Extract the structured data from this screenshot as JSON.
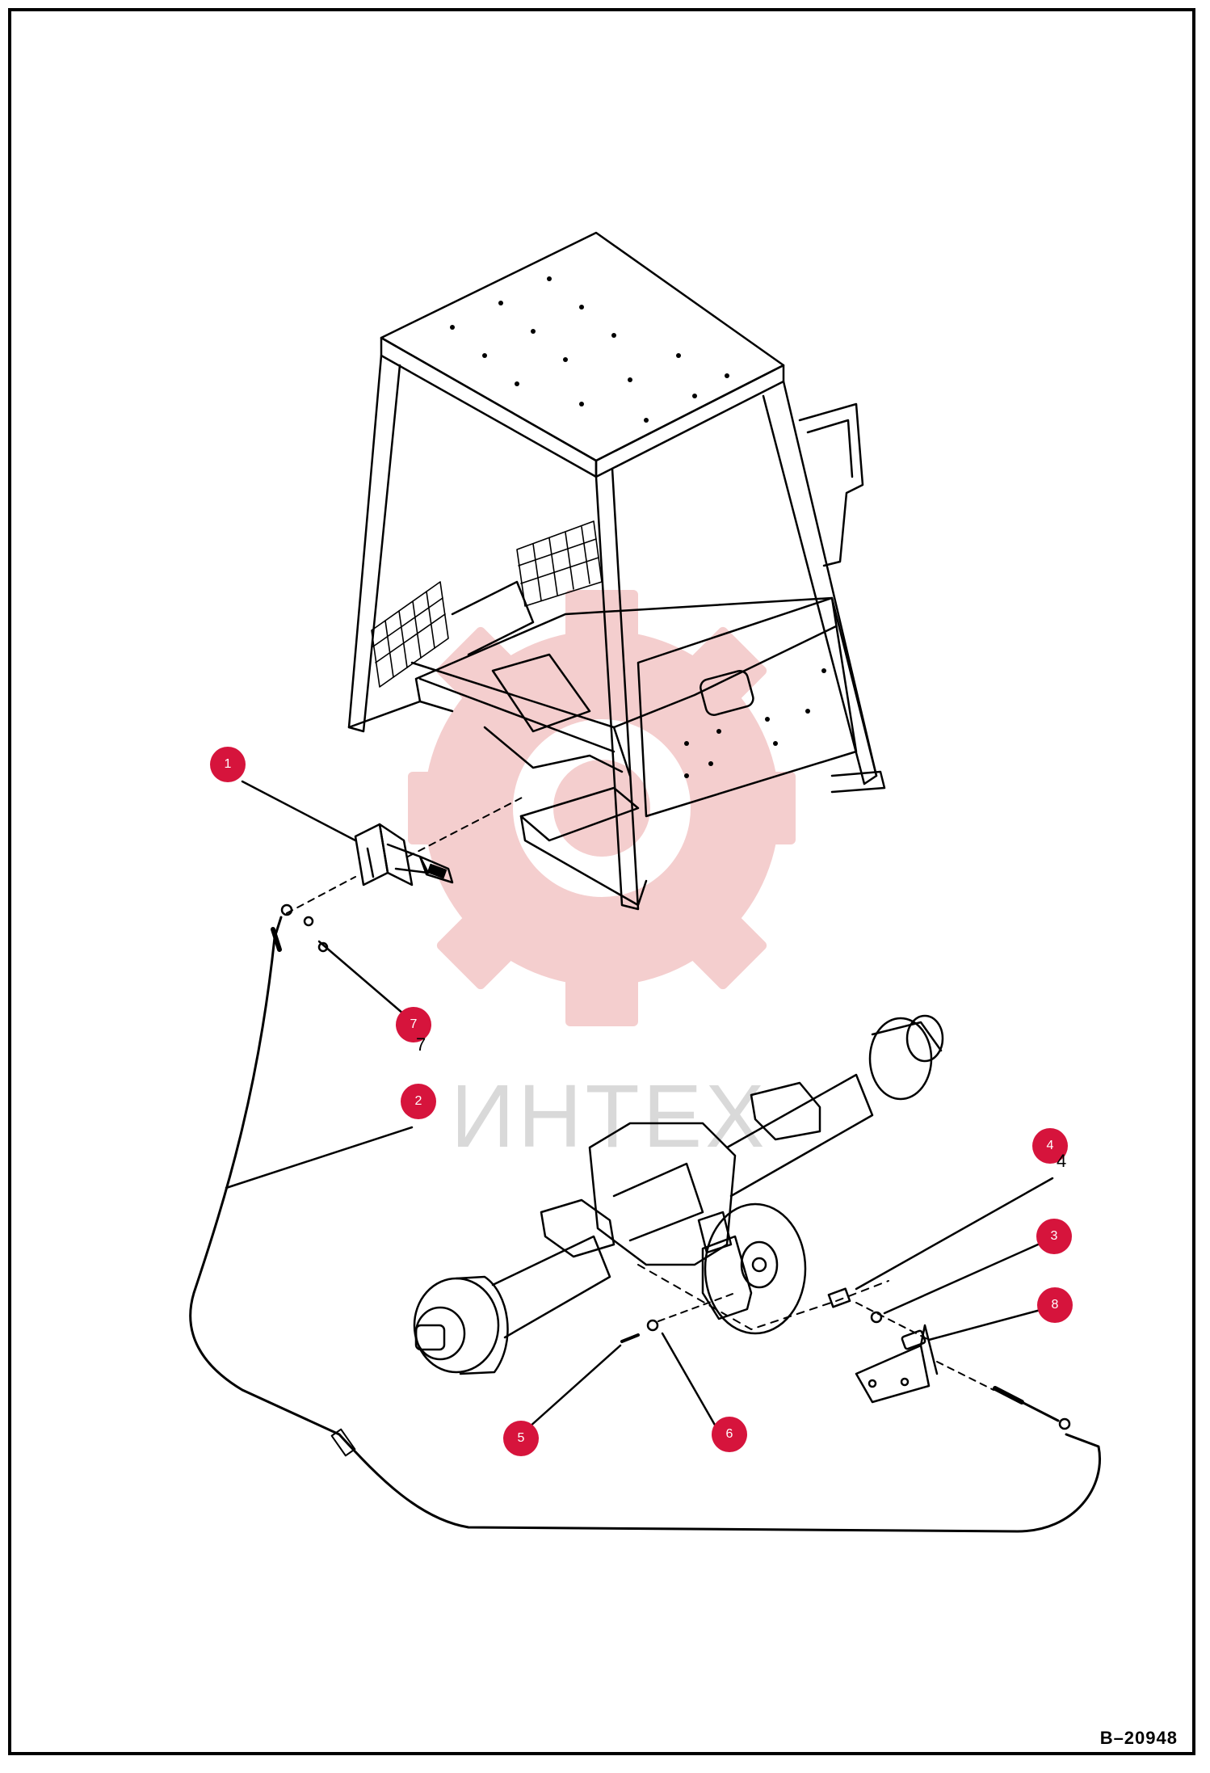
{
  "colors": {
    "callout_fill": "#d6143c",
    "line": "#000000",
    "watermark_gear": "#f3c9c9",
    "watermark_text": "#d9d9d9"
  },
  "watermark": {
    "text": "ИНТЕХ",
    "icon": "gear-icon"
  },
  "callouts": [
    {
      "label": "1"
    },
    {
      "label": "2"
    },
    {
      "label": "3"
    },
    {
      "label": "4"
    },
    {
      "label": "5"
    },
    {
      "label": "6"
    },
    {
      "label": "7"
    },
    {
      "label": "8"
    }
  ],
  "plain_labels": [
    {
      "label": "4"
    },
    {
      "label": "7"
    }
  ],
  "document": {
    "number": "B–20948"
  }
}
